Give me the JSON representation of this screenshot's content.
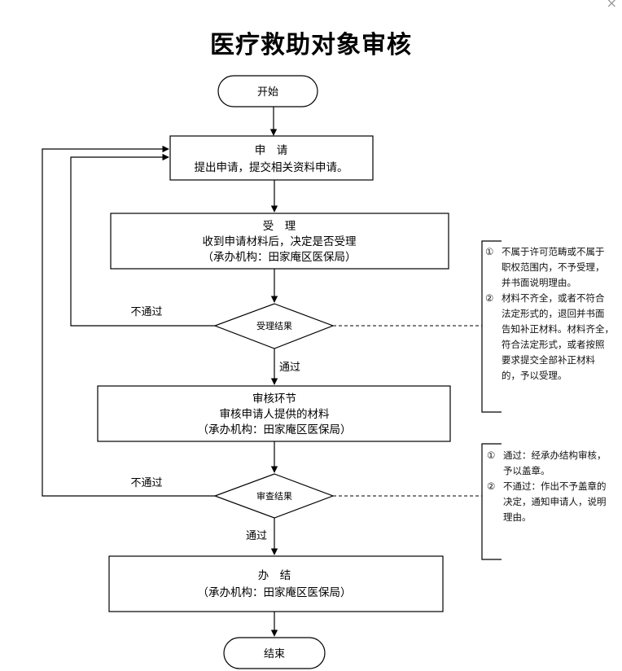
{
  "title": "医疗救助对象审核",
  "start": "开始",
  "end": "结束",
  "apply": {
    "heading": "申　请",
    "desc": "提出申请，提交相关资料申请。"
  },
  "accept": {
    "heading": "受　理",
    "desc": "收到申请材料后，决定是否受理",
    "org": "（承办机构：田家庵区医保局）"
  },
  "accept_decision": "受理结果",
  "review": {
    "heading": "审核环节",
    "desc": "审核申请人提供的材料",
    "org": "（承办机构：田家庵区医保局）"
  },
  "review_decision": "审查结果",
  "finish": {
    "heading": "办　结",
    "org": "（承办机构：田家庵区医保局）"
  },
  "labels": {
    "fail1": "不通过",
    "pass1": "通过",
    "fail2": "不通过",
    "pass2": "通过"
  },
  "note1": {
    "items": [
      {
        "num": "①",
        "lines": [
          "不属于许可范畴或不属于",
          "职权范围内，不予受理，",
          "并书面说明理由。"
        ]
      },
      {
        "num": "②",
        "lines": [
          "材料不齐全，或者不符合",
          "法定形式的，退回并书面",
          "告知补正材料。材料齐全，",
          "符合法定形式，或者按照",
          "要求提交全部补正材料",
          "的，予以受理。"
        ]
      }
    ]
  },
  "note2": {
    "items": [
      {
        "num": "①",
        "lines": [
          "通过：经承办结构审核，",
          "予以盖章。"
        ]
      },
      {
        "num": "②",
        "lines": [
          "不通过：作出不予盖章的",
          "决定，通知申请人，说明",
          "理由。"
        ]
      }
    ]
  },
  "close_icon": "×"
}
